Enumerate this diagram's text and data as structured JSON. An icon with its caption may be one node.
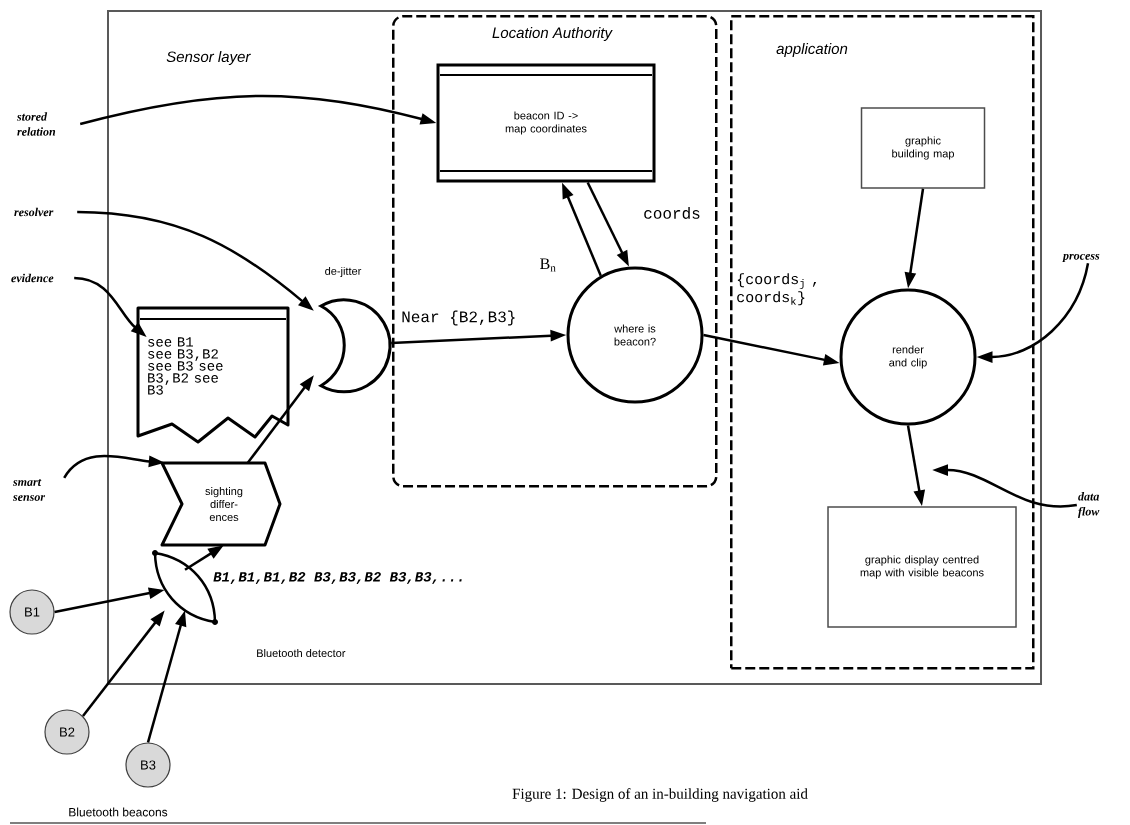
{
  "diagram": {
    "caption": "Figure 1: Design of an in-building navigation aid",
    "nodes": [
      {
        "text": [
          "Sensor layer"
        ]
      },
      {
        "text": [
          "Location Authority"
        ],
        "in": 0
      },
      {
        "text": [
          "application"
        ],
        "in": 0
      },
      {
        "text": [
          "beacon ID -> map coordinates"
        ],
        "in": 1
      },
      {
        "text": [
          "where is beacon?"
        ],
        "in": 1
      },
      {
        "text": [
          "graphic building map"
        ],
        "in": 2
      },
      {
        "text": [
          "render and clip"
        ],
        "in": 2
      },
      {
        "text": [
          "graphic display centred map with visible beacons"
        ],
        "in": 2
      },
      {
        "text": [
          "see B1 see B3,B2 see B3 see B3,B2 see B3"
        ],
        "in": 0
      },
      {
        "text": [
          "de-jitter"
        ],
        "in": 0
      },
      {
        "text": [
          "sighting differ- ences"
        ],
        "in": 0
      },
      {
        "text": [
          "Bluetooth detector"
        ],
        "in": 0
      },
      {
        "text": [
          "B1"
        ]
      },
      {
        "text": [
          "B2"
        ]
      },
      {
        "text": [
          "B3"
        ]
      },
      {
        "text": [
          "stored relation"
        ]
      },
      {
        "text": [
          "resolver"
        ]
      },
      {
        "text": [
          "evidence"
        ]
      },
      {
        "text": [
          "smart sensor"
        ]
      },
      {
        "text": [
          "process"
        ]
      },
      {
        "text": [
          "data flow"
        ]
      }
    ],
    "edges": [
      {
        "from": 15,
        "to": 3,
        "arrow": "to"
      },
      {
        "from": 16,
        "to": 9,
        "arrow": "to"
      },
      {
        "from": 17,
        "to": 8,
        "arrow": "to"
      },
      {
        "from": 18,
        "to": 10,
        "arrow": "to"
      },
      {
        "from": 12,
        "to": 11,
        "arrow": "to"
      },
      {
        "from": 13,
        "to": 11,
        "arrow": "to"
      },
      {
        "from": 14,
        "to": 11,
        "arrow": "to"
      },
      {
        "from": 11,
        "to": 10,
        "arrow": "to",
        "label": "B1,B1,B1,B2 B3,B3,B2 B3,B3,..."
      },
      {
        "from": 10,
        "to": 9,
        "arrow": "to"
      },
      {
        "from": 9,
        "to": 4,
        "arrow": "to",
        "label": "Near {B2,B3}"
      },
      {
        "from": 4,
        "to": 3,
        "arrow": "to",
        "label": "B$_{n}$"
      },
      {
        "from": 3,
        "to": 4,
        "arrow": "to",
        "label": "coords"
      },
      {
        "from": 4,
        "to": 6,
        "arrow": "to",
        "label": "{coords$_{j}$ , coords$_{k}$}"
      },
      {
        "from": 5,
        "to": 6,
        "arrow": "to"
      },
      {
        "from": 6,
        "to": 7,
        "arrow": "to"
      },
      {
        "from": 19,
        "to": 6,
        "arrow": "to"
      },
      {
        "from": 20,
        "to": null,
        "arrow": "to"
      }
    ],
    "labels": [
      "Bluetooth beacons"
    ]
  }
}
